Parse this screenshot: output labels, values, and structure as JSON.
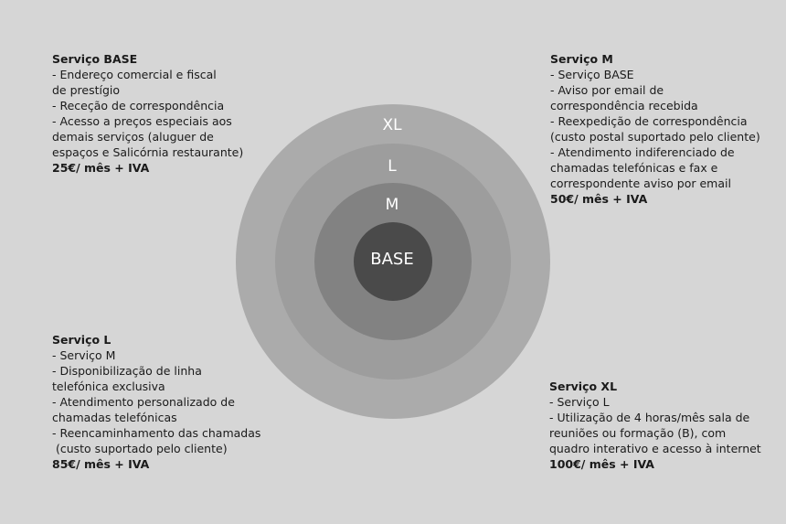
{
  "diagram": {
    "rings": [
      {
        "label": "XL",
        "color": "#ababab"
      },
      {
        "label": "L",
        "color": "#9d9d9d"
      },
      {
        "label": "M",
        "color": "#828282"
      },
      {
        "label": "BASE",
        "color": "#4a4a4a"
      }
    ]
  },
  "services": {
    "base": {
      "title": "Serviço BASE",
      "lines": [
        "- Endereço comercial e fiscal",
        "de prestígio",
        "- Receção de correspondência",
        "- Acesso a preços especiais aos",
        "demais serviços (aluguer de",
        "espaços e Salicórnia restaurante)"
      ],
      "price": "25€/ mês + IVA"
    },
    "m": {
      "title": "Serviço M",
      "lines": [
        "- Serviço BASE",
        "- Aviso por email de",
        "correspondência recebida",
        "- Reexpedição de correspondência",
        "(custo postal suportado pelo cliente)",
        "- Atendimento indiferenciado de",
        "chamadas telefónicas e fax e",
        "correspondente aviso por email"
      ],
      "price": "50€/ mês + IVA"
    },
    "l": {
      "title": "Serviço L",
      "lines": [
        "- Serviço M",
        "- Disponibilização de linha",
        "telefónica exclusiva",
        "- Atendimento personalizado de",
        "chamadas telefónicas",
        "- Reencaminhamento das chamadas",
        " (custo suportado pelo cliente)"
      ],
      "price": "85€/ mês + IVA"
    },
    "xl": {
      "title": "Serviço XL",
      "lines": [
        "- Serviço L",
        "- Utilização de 4 horas/mês sala de",
        "reuniões ou formação (B), com",
        "quadro interativo e acesso à internet"
      ],
      "price": "100€/ mês + IVA"
    }
  }
}
